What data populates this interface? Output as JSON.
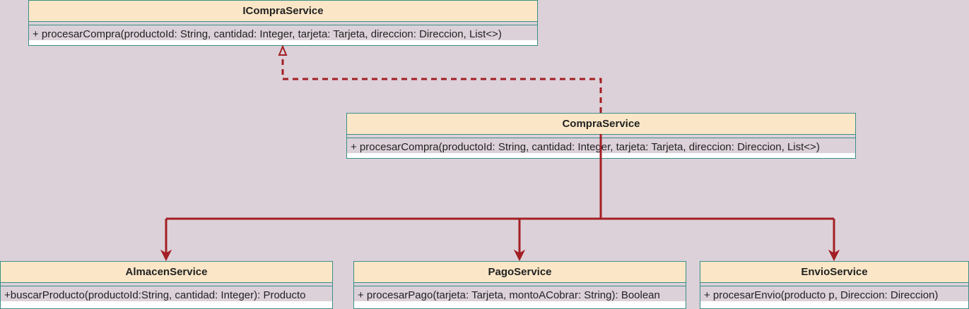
{
  "classes": {
    "icompra": {
      "name": "ICompraService",
      "method": "+ procesarCompra(productoId: String, cantidad: Integer, tarjeta: Tarjeta, direccion: Direccion, List<>)"
    },
    "compra": {
      "name": "CompraService",
      "method": "+ procesarCompra(productoId: String, cantidad: Integer, tarjeta: Tarjeta, direccion: Direccion, List<>)"
    },
    "almacen": {
      "name": "AlmacenService",
      "method": "+buscarProducto(productoId:String, cantidad: Integer): Producto"
    },
    "pago": {
      "name": "PagoService",
      "method": "+ procesarPago(tarjeta: Tarjeta, montoACobrar: String): Boolean"
    },
    "envio": {
      "name": "EnvioService",
      "method": "+ procesarEnvio(producto p, Direccion: Direccion)"
    }
  },
  "colors": {
    "edge": "#a31f23",
    "border": "#3a8f86",
    "header": "#fbe7c8",
    "background": "#dcd1d9"
  }
}
